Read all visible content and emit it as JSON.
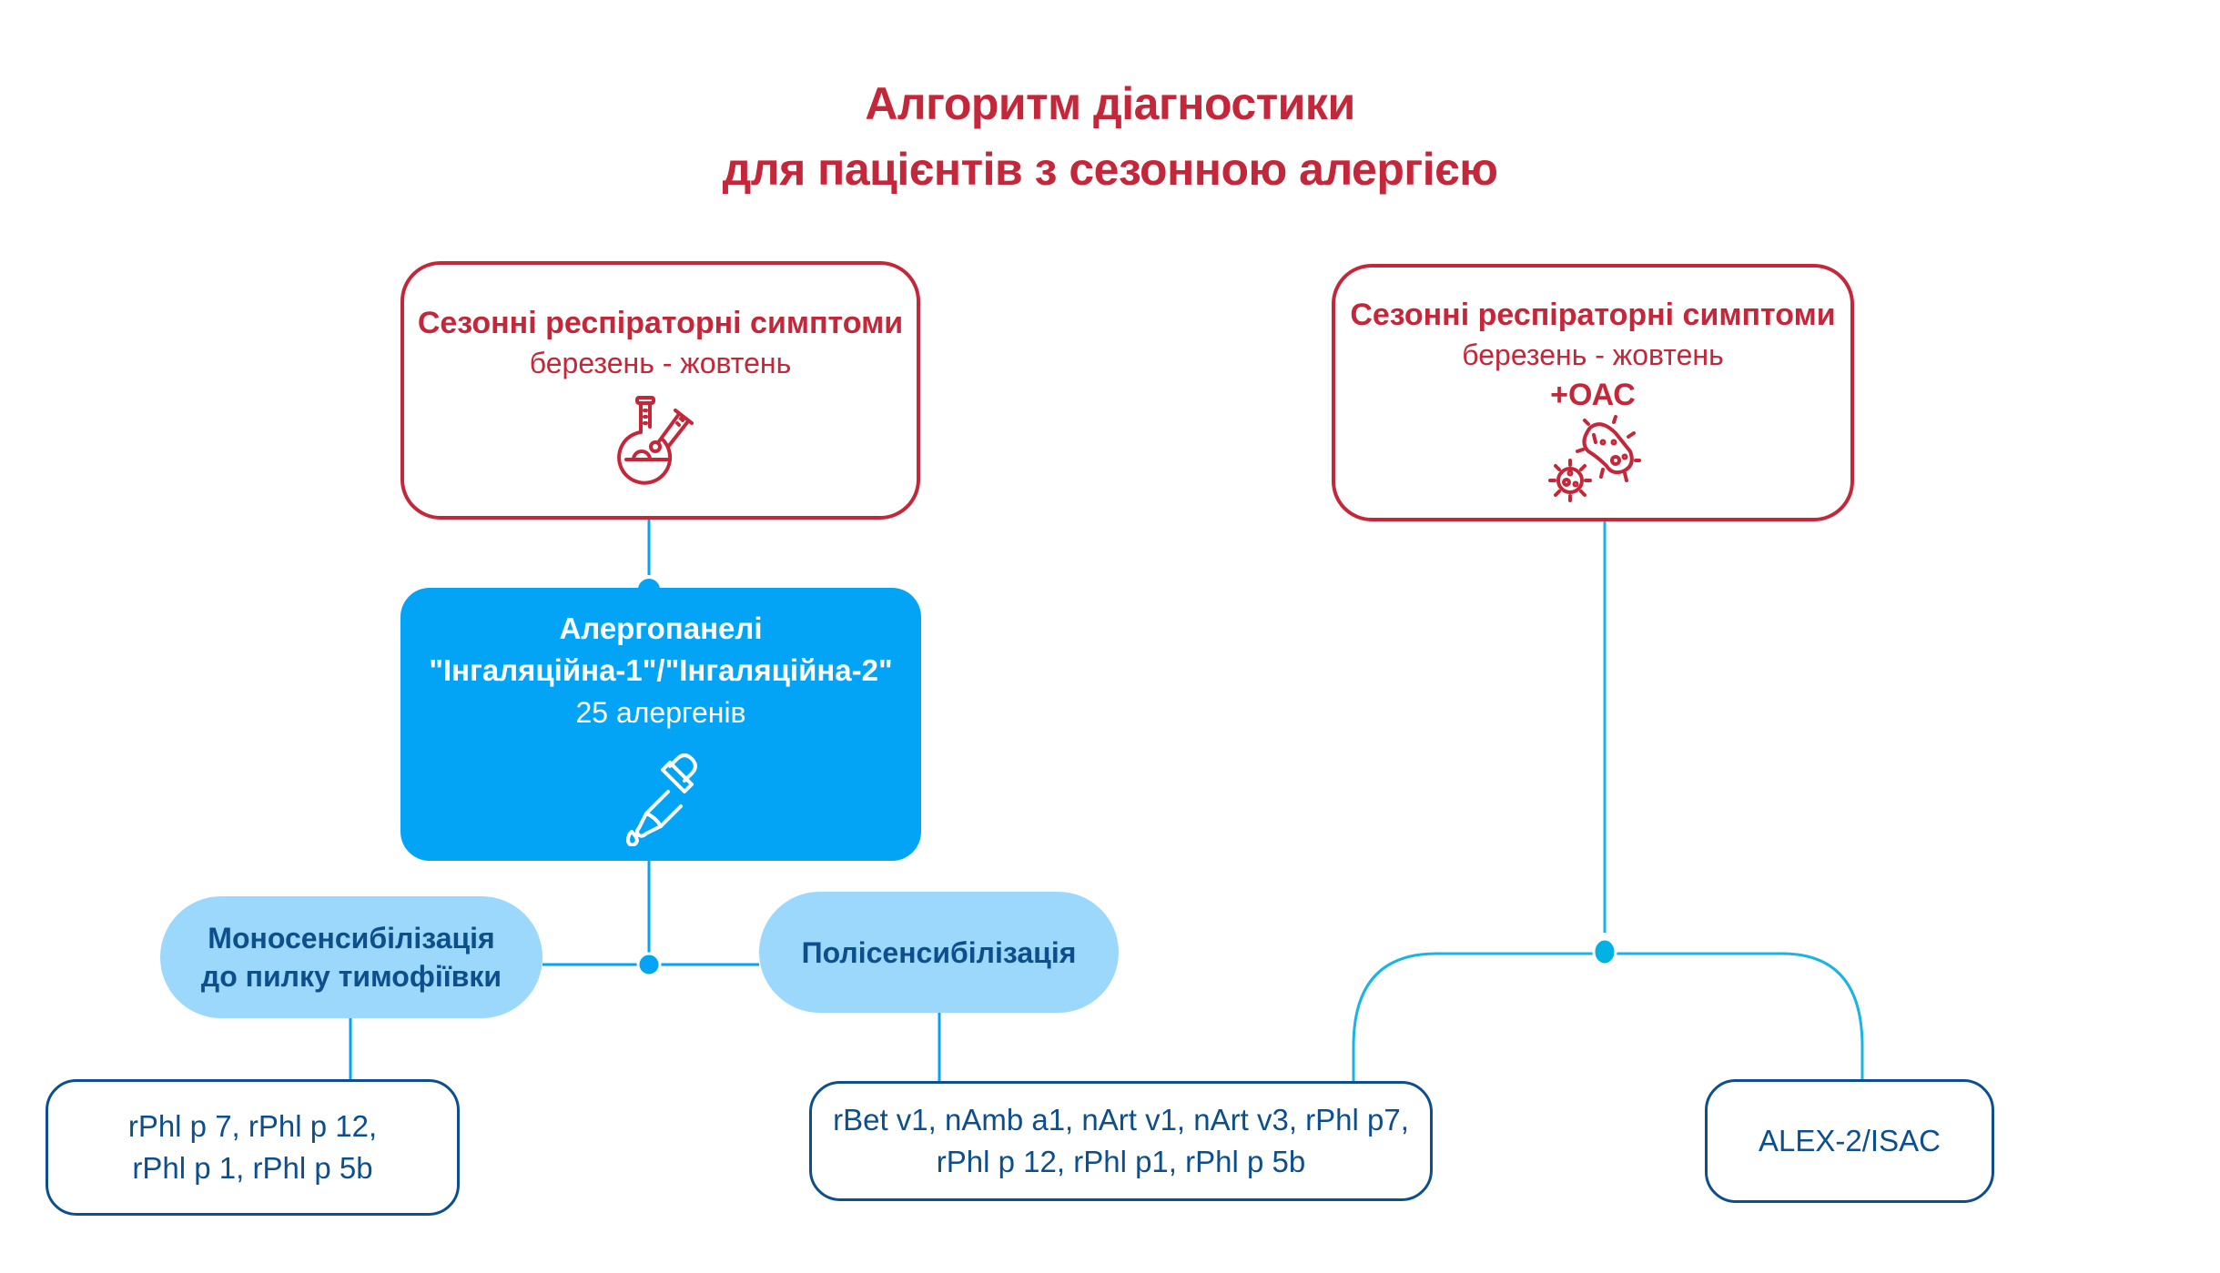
{
  "title": {
    "line1": "Алгоритм діагностики",
    "line2": "для пацієнтів з сезонною алергією"
  },
  "colors": {
    "red": "#c4273a",
    "blue_fill": "#03a4f6",
    "pill_fill": "#9bd8fb",
    "navy": "#0c4f8c",
    "connector": "#03a4f6",
    "connector_right": "#1ab4e2"
  },
  "left_start": {
    "heading": "Сезонні респіраторні симптоми",
    "period": "березень - жовтень",
    "icon": "lab-flask-icon"
  },
  "right_start": {
    "heading": "Сезонні респіраторні симптоми",
    "period": "березень - жовтень",
    "extra": "+ОАС",
    "icon": "bacteria-virus-icon"
  },
  "panel": {
    "heading": "Алергопанелі",
    "names": "\"Інгаляційна-1\"/\"Інгаляційна-2\"",
    "count": "25 алергенів",
    "icon": "pipette-dropper-icon"
  },
  "mono": {
    "line1": "Моносенсибілізація",
    "line2": "до пилку тимофіївки"
  },
  "poly": {
    "label": "Полісенсибілізація"
  },
  "results": {
    "mono": {
      "line1": "rPhl p 7, rPhl p 12,",
      "line2": "rPhl p 1, rPhl p 5b"
    },
    "poly": {
      "line1": "rBet v1, nAmb a1, nArt v1, nArt v3, rPhl p7,",
      "line2": "rPhl p 12, rPhl p1, rPhl p 5b"
    },
    "alex": {
      "label": "ALEX-2/ISAC"
    }
  }
}
